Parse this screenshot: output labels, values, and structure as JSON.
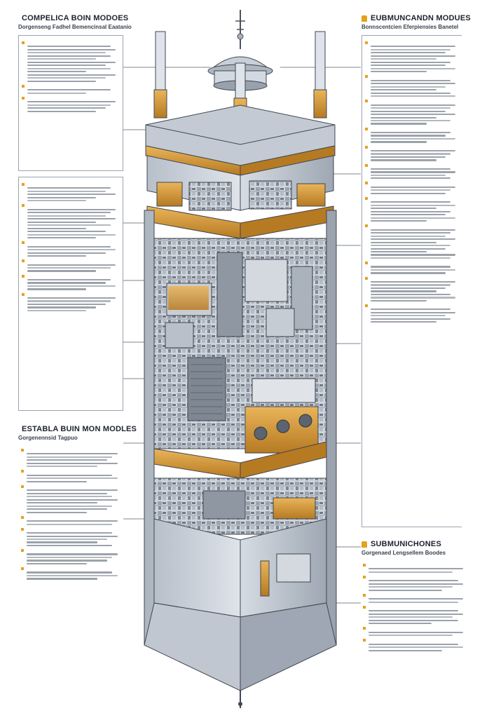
{
  "panels": {
    "top_left": {
      "title": "COMPELICA BOIN MODOES",
      "subtitle": "Dorgenseng Fadhel Bemencinsal Eaatanio"
    },
    "top_right": {
      "title": "EUBMUNCANDN MODUES",
      "subtitle": "Bonnscentcien Eferpiensies Banetel"
    },
    "mid_left": {
      "title": "ESTABLA BUIN MON MODLES",
      "subtitle": "Gorgenennsid Tagpuo"
    },
    "bottom_right": {
      "title": "SUBMUNICHONES",
      "subtitle": "Gorgenaed Lengsellem Boodes"
    }
  },
  "colors": {
    "accent": "#e4a21d",
    "hull": "#c9d0d9",
    "hull_dark": "#7f8894",
    "band": "#c98a2a",
    "line": "#555c66"
  },
  "icons": [
    "header-marker-icon",
    "antenna-icon"
  ]
}
